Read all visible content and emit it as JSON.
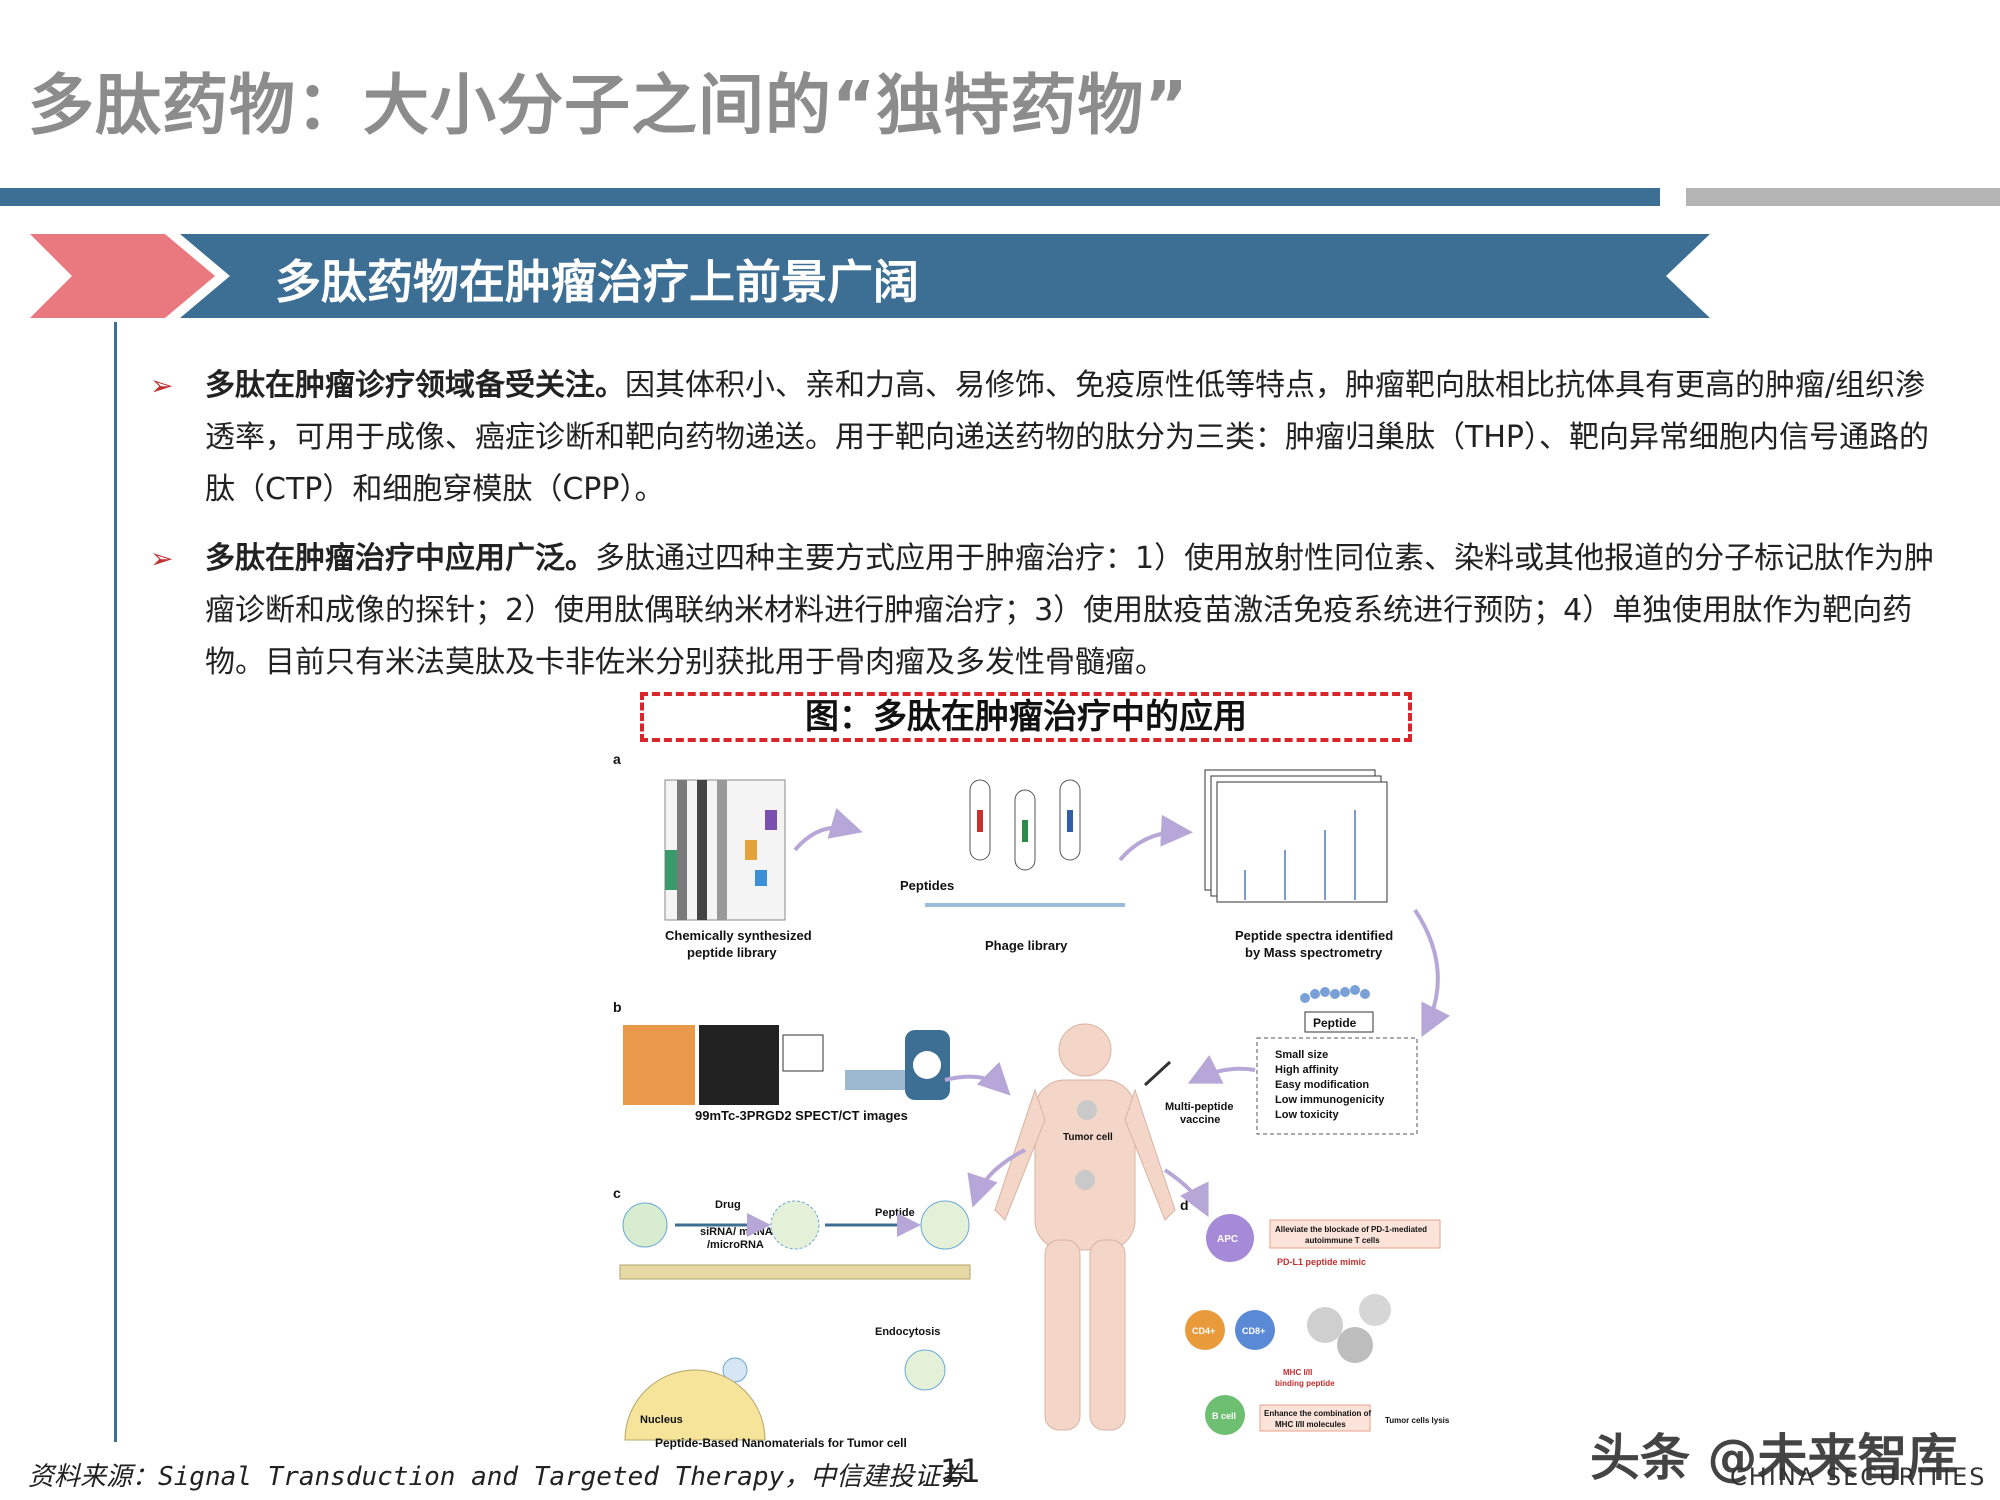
{
  "header": {
    "title": "多肽药物：大小分子之间的“独特药物”"
  },
  "banner": {
    "title": "多肽药物在肿瘤治疗上前景广阔"
  },
  "bullets": [
    {
      "marker": "➢",
      "bold": "多肽在肿瘤诊疗领域备受关注。",
      "text": "因其体积小、亲和力高、易修饰、免疫原性低等特点，肿瘤靶向肽相比抗体具有更高的肿瘤/组织渗透率，可用于成像、癌症诊断和靶向药物递送。用于靶向递送药物的肽分为三类：肿瘤归巢肽（THP）、靶向异常细胞内信号通路的肽（CTP）和细胞穿模肽（CPP）。"
    },
    {
      "marker": "➢",
      "bold": "多肽在肿瘤治疗中应用广泛。",
      "text": "多肽通过四种主要方式应用于肿瘤治疗：1）使用放射性同位素、染料或其他报道的分子标记肽作为肿瘤诊断和成像的探针；2）使用肽偶联纳米材料进行肿瘤治疗；3）使用肽疫苗激活免疫系统进行预防；4）单独使用肽作为靶向药物。目前只有米法莫肽及卡非佐米分别获批用于骨肉瘤及多发性骨髓瘤。"
    }
  ],
  "figure": {
    "title": "图：多肽在肿瘤治疗中的应用",
    "panel_a": {
      "label": "a",
      "peptides_label": "Peptides",
      "library_caption_1": "Chemically synthesized",
      "library_caption_2": "peptide library",
      "phage_caption": "Phage library",
      "spectra_caption_1": "Peptide spectra identified",
      "spectra_caption_2": "by Mass spectrometry"
    },
    "panel_b": {
      "label": "b",
      "caption": "99mTc-3PRGD2 SPECT/CT images"
    },
    "center": {
      "tumor_label": "Tumor cell",
      "vaccine_label_1": "Multi-peptide",
      "vaccine_label_2": "vaccine",
      "peptide_label": "Peptide",
      "features": [
        "Small size",
        "High affinity",
        "Easy modification",
        "Low immunogenicity",
        "Low toxicity"
      ]
    },
    "panel_c": {
      "label": "c",
      "drug": "Drug",
      "sirna_1": "siRNA/ mRNA",
      "sirna_2": "/microRNA",
      "peptide": "Peptide",
      "endocytosis": "Endocytosis",
      "nucleus": "Nucleus",
      "caption": "Peptide-Based Nanomaterials for Tumor cell"
    },
    "panel_d": {
      "label": "d",
      "apc": "APC",
      "alleviate_1": "Alleviate the blockade of PD-1-mediated",
      "alleviate_2": "autoimmune T cells",
      "pdl1_mimic": "PD-L1 peptide mimic",
      "cd4": "CD4+",
      "cd8": "CD8+",
      "mhc_binding_1": "MHC I/II",
      "mhc_binding_2": "binding peptide",
      "bcell": "B cell",
      "enhance_1": "Enhance the combination of",
      "enhance_2": "MHC I/II molecules",
      "lysis": "Tumor cells lysis"
    }
  },
  "footer": {
    "source": "资料来源：Signal Transduction and Targeted Therapy，中信建投证券",
    "page": "11",
    "watermark": "头条 @未来智库",
    "brand": "CHINA SECURITIES"
  },
  "colors": {
    "title_gray": "#8c8c8c",
    "primary_blue": "#3d6f95",
    "accent_pink": "#e9787f",
    "red": "#d9262a"
  }
}
